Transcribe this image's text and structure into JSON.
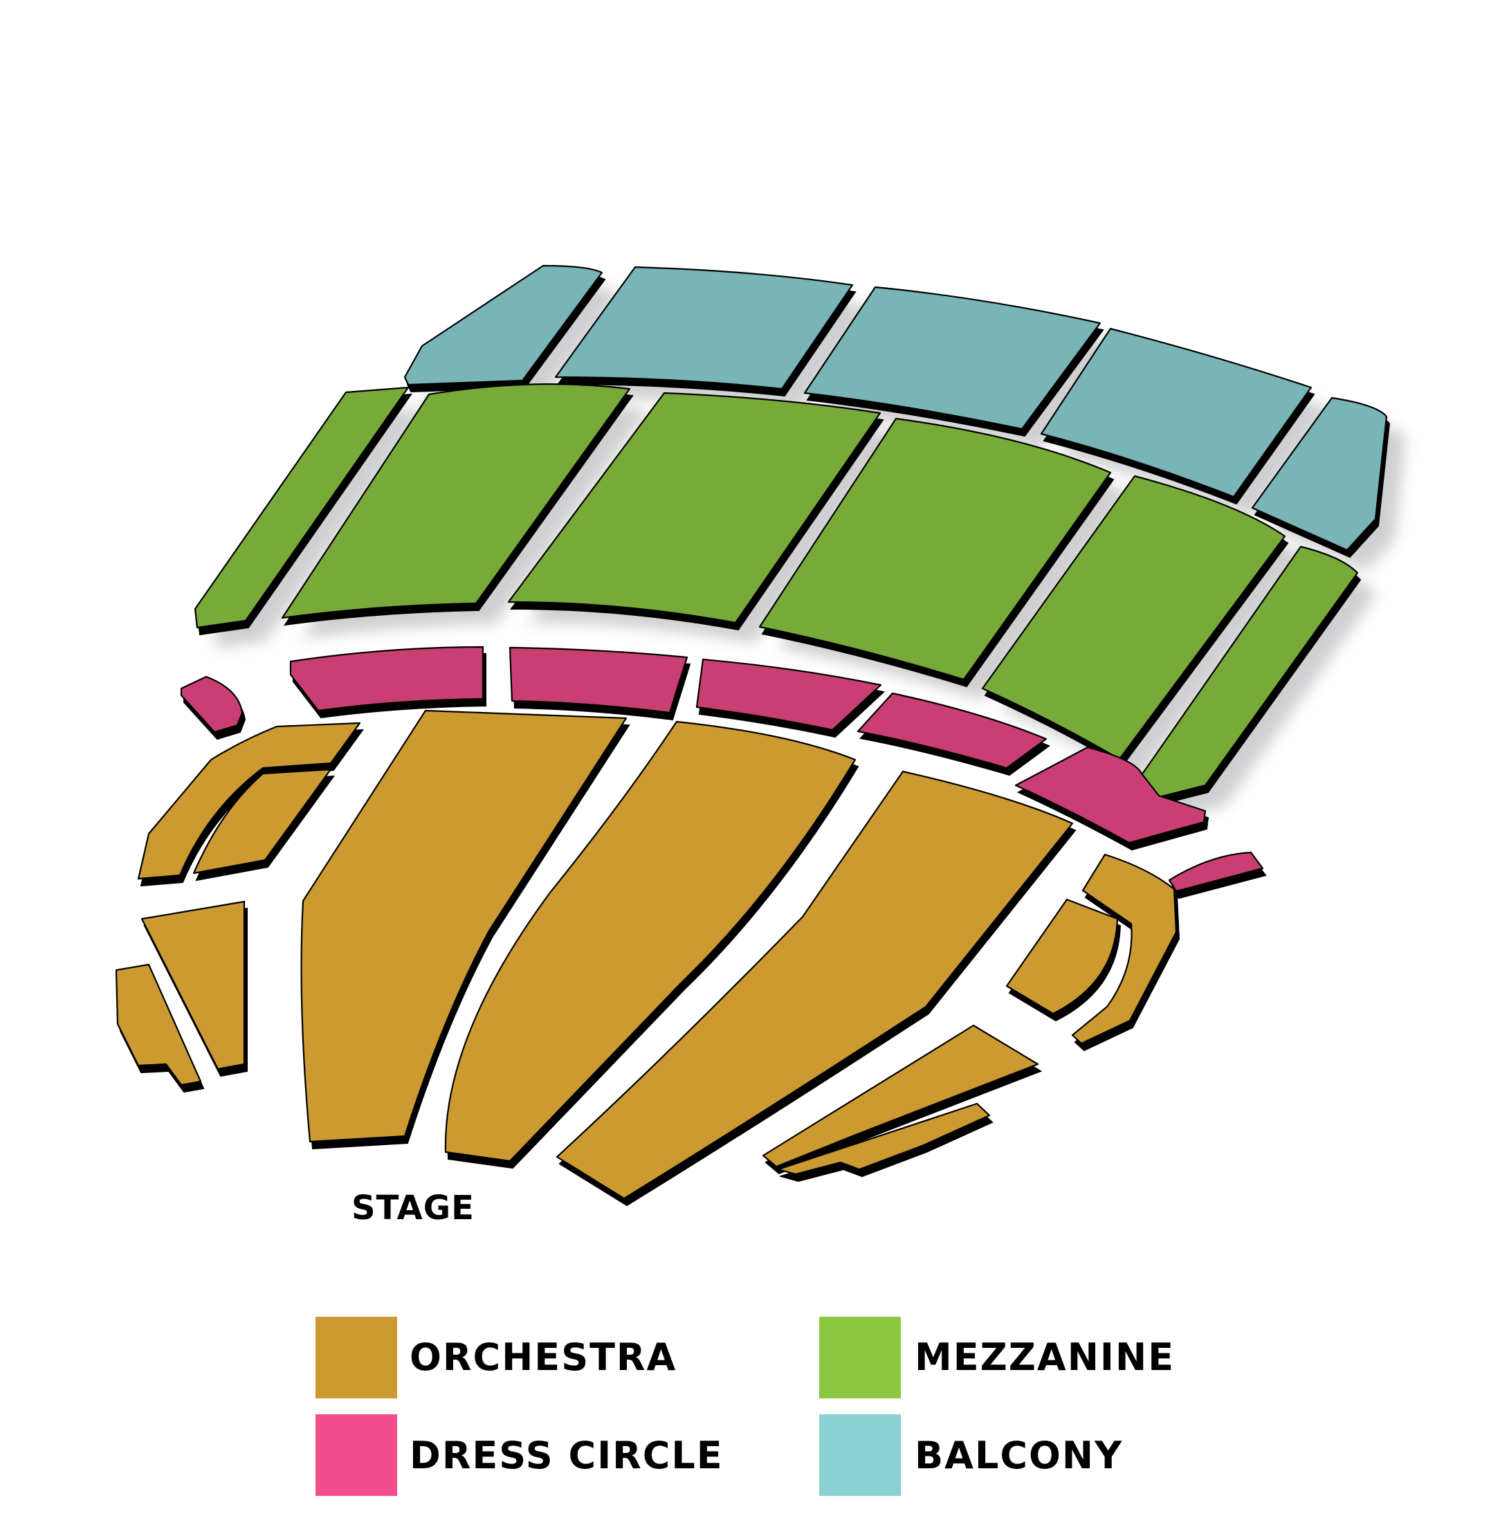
{
  "stage": {
    "label": "STAGE"
  },
  "legend": [
    {
      "label": "ORCHESTRA",
      "color": "#CC9A31"
    },
    {
      "label": "MEZZANINE",
      "color": "#8DC63F"
    },
    {
      "label": "DRESS CIRCLE",
      "color": "#F04E8C"
    },
    {
      "label": "BALCONY",
      "color": "#8BD1D3"
    }
  ],
  "section_colors": {
    "orchestra": "#CC9A31",
    "dress_circle": "#CA3F73",
    "mezzanine": "#78AA3A",
    "balcony": "#79B5B6",
    "depth": "#000000",
    "shadow": "#BFC0C2"
  }
}
